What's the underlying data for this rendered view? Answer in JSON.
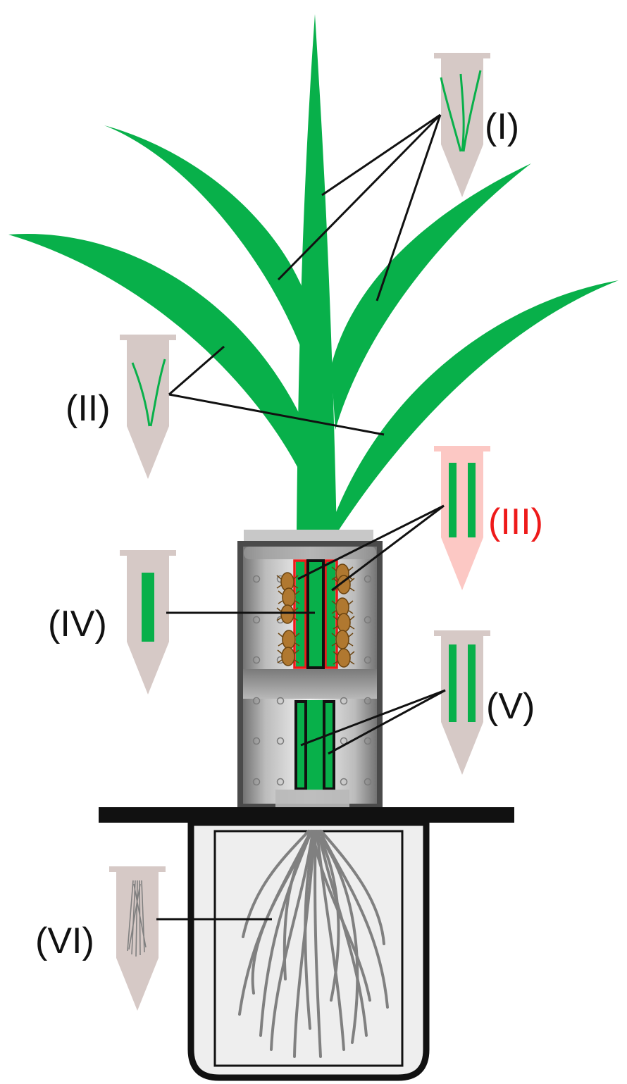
{
  "labels": {
    "i": "(I)",
    "ii": "(II)",
    "iii": "(III)",
    "iv": "(IV)",
    "v": "(V)",
    "vi": "(VI)"
  },
  "colors": {
    "leaf": "#08b04a",
    "tube": "#d6c9c6",
    "tube_highlight": "#fcc8c4",
    "highlight": "#ee1a1a",
    "root": "#808080",
    "text": "#111111",
    "cage": "#4a4a4a",
    "aphid": "#b07830"
  },
  "icons": [
    "plant-leaves",
    "cage-with-stem-segments",
    "aphid-colony",
    "root-system",
    "sample-tubes",
    "pot"
  ]
}
